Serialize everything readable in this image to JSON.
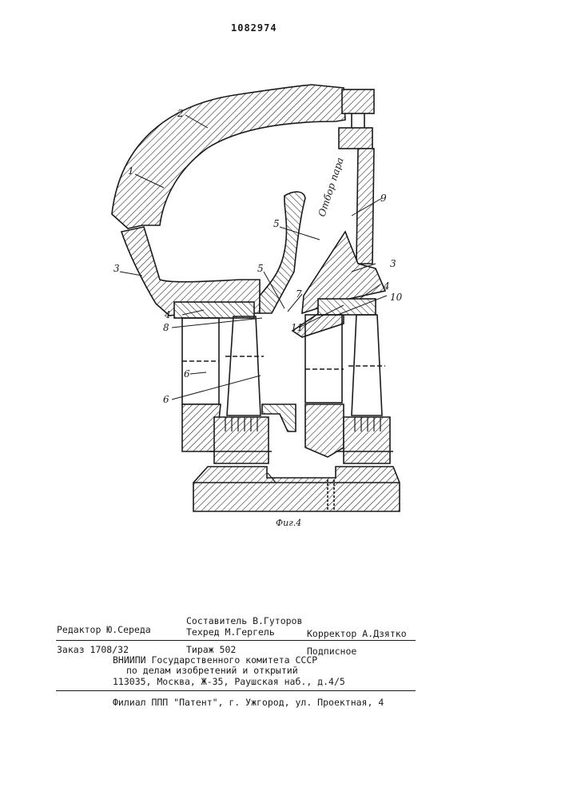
{
  "patent_number": "1082974",
  "figure": {
    "caption": "Фиг.4",
    "side_text": "Отбор пара",
    "labels": {
      "l1": "1",
      "l2": "2",
      "l3a": "3",
      "l3b": "3",
      "l4a": "4",
      "l4b": "4",
      "l5a": "5",
      "l5b": "5",
      "l6a": "6",
      "l6b": "6",
      "l7": "7",
      "l8": "8",
      "l9": "9",
      "l10": "10",
      "l11": "11"
    }
  },
  "imprint": {
    "editor": "Редактор Ю.Середа",
    "compiler": "Составитель В.Гуторов",
    "techred": "Техред М.Гергель",
    "corrector": "Корректор А.Дзятко",
    "order": "Заказ 1708/32",
    "circulation": "Тираж 502",
    "subscription": "Подписное",
    "org_line1": "ВНИИПИ Государственного комитета СССР",
    "org_line2": "по делам изобретений и открытий",
    "address": "113035, Москва, Ж-35, Раушская наб., д.4/5",
    "branch": "Филиал ППП \"Патент\", г. Ужгород, ул. Проектная, 4"
  }
}
